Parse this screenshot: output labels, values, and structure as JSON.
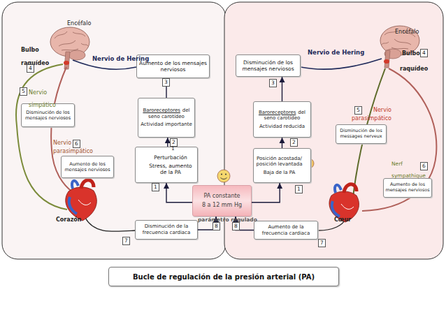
{
  "diagram": {
    "title": "Bucle de regulación de la presión arterial (PA)",
    "nodes": [
      {
        "text": [
          "Aumento de los mensajes nerviosos"
        ]
      },
      {
        "text": [
          "Disminución de los mensajes nerviosos"
        ]
      },
      {
        "text": [
          "Baroreceptores",
          "del seno carotídeo",
          "Actividad importante"
        ]
      },
      {
        "text": [
          "Perturbación",
          "Stress, aumento de la PA"
        ]
      },
      {
        "text": [
          "Aumento de los mensajes nerviosos"
        ]
      },
      {
        "text": [
          "Disminución de la frecuencia cardiaca"
        ]
      },
      {
        "text": [
          "PA constante",
          "8 a 12 mm Hg"
        ]
      },
      {
        "text": [
          "Disminución de los mensajes nerviosos"
        ]
      },
      {
        "text": [
          "Disminución de los messages nerveux"
        ]
      },
      {
        "text": [
          "Baroreceptores",
          "del seno carotídeo",
          "Actividad reducida"
        ]
      },
      {
        "text": [
          "Posición acostada/ posición levantada",
          "Baja de la PA"
        ]
      },
      {
        "text": [
          "Aumento de los mensajes nerviosos"
        ]
      },
      {
        "text": [
          "Aumento de la frecuencia cardiaca"
        ]
      }
    ],
    "edges": [
      {
        "from": 3,
        "to": 2,
        "arrow": "to"
      },
      {
        "from": 2,
        "to": 0,
        "arrow": "to"
      },
      {
        "from": 6,
        "to": 3,
        "arrow": "to"
      },
      {
        "from": 5,
        "to": 6,
        "arrow": "to"
      },
      {
        "from": 6,
        "to": 10,
        "arrow": "to"
      },
      {
        "from": 10,
        "to": 9,
        "arrow": "to"
      },
      {
        "from": 9,
        "to": 7,
        "arrow": "to"
      },
      {
        "from": 12,
        "to": 6,
        "arrow": "to"
      }
    ],
    "labels": [
      "Encéfalo",
      "Bulbo raquídeo",
      "4",
      "Nervio de Hering",
      "3",
      "5",
      "Nervio simpático",
      "2",
      "1",
      "Nervio parasimpático",
      "6",
      "1",
      "Corazón",
      "7",
      "parámetro regulado",
      "8",
      "8",
      "Encéfalo",
      "Bulbo",
      "4",
      "raquídeo",
      "Nervio de Hering",
      "3",
      "5",
      "Nervio parasimpático",
      "2",
      "Nerf sympathique",
      "6",
      "1",
      "Cœur",
      "7"
    ]
  }
}
